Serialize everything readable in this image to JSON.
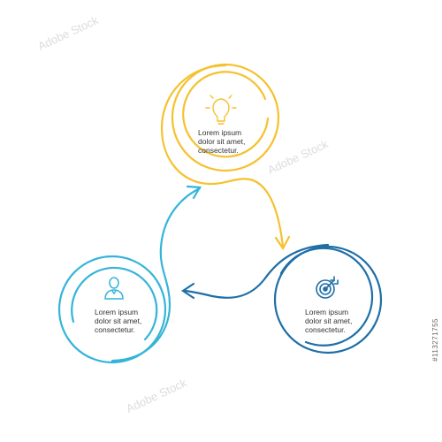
{
  "colors": {
    "yellow": "#F5C12E",
    "teal": "#34B4D9",
    "navy": "#1F6FA6",
    "icon_text": "#333333"
  },
  "nodes": [
    {
      "id": "idea",
      "icon": "lightbulb-icon",
      "text": "Lorem ipsum\ndolor sit amet,\nconsectetur."
    },
    {
      "id": "goal",
      "icon": "target-icon",
      "text": "Lorem ipsum\ndolor sit amet,\nconsectetur."
    },
    {
      "id": "user",
      "icon": "person-icon",
      "text": "Lorem ipsum\ndolor sit amet,\nconsectetur."
    }
  ],
  "stock_id": "#113271755",
  "watermark": "Adobe Stock"
}
